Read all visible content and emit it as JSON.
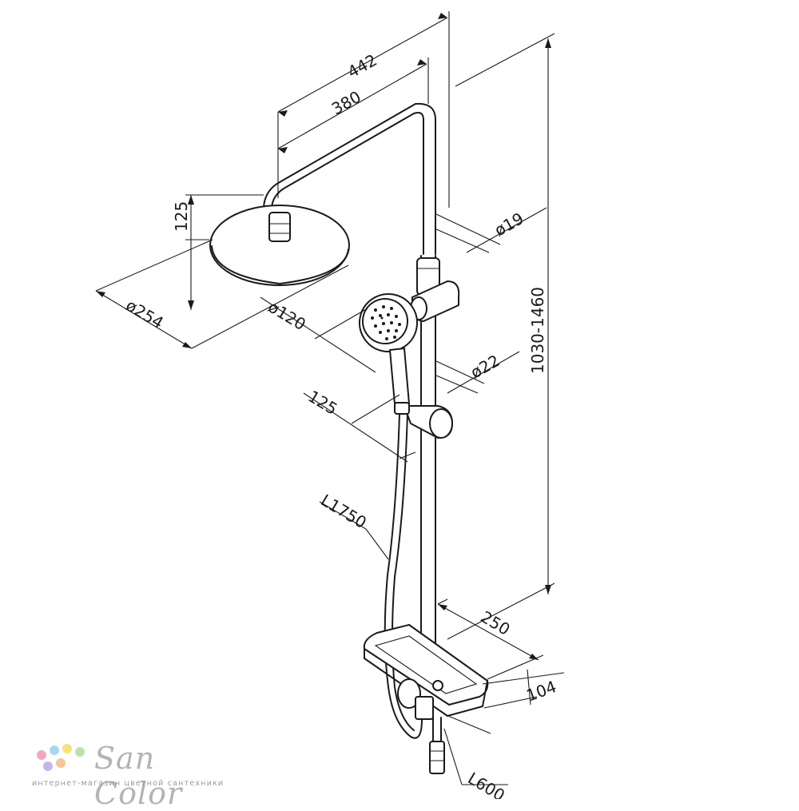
{
  "dimensions": {
    "d442": "442",
    "d380": "380",
    "d125_top": "125",
    "d254": "ø254",
    "d120": "ø120",
    "d19": "ø19",
    "d22": "ø22",
    "d125_side": "125",
    "d1030": "1030-1460",
    "hose": "L1750",
    "d250": "250",
    "d104": "104",
    "l600": "L600"
  },
  "logo": {
    "brand": "San Color",
    "tagline": "интернет-магазин цветной сантехники",
    "dot_colors": [
      "#f4a6c0",
      "#a8d8f0",
      "#f6e27a",
      "#b9e4a6",
      "#c9b3ec",
      "#f9c49a"
    ]
  }
}
